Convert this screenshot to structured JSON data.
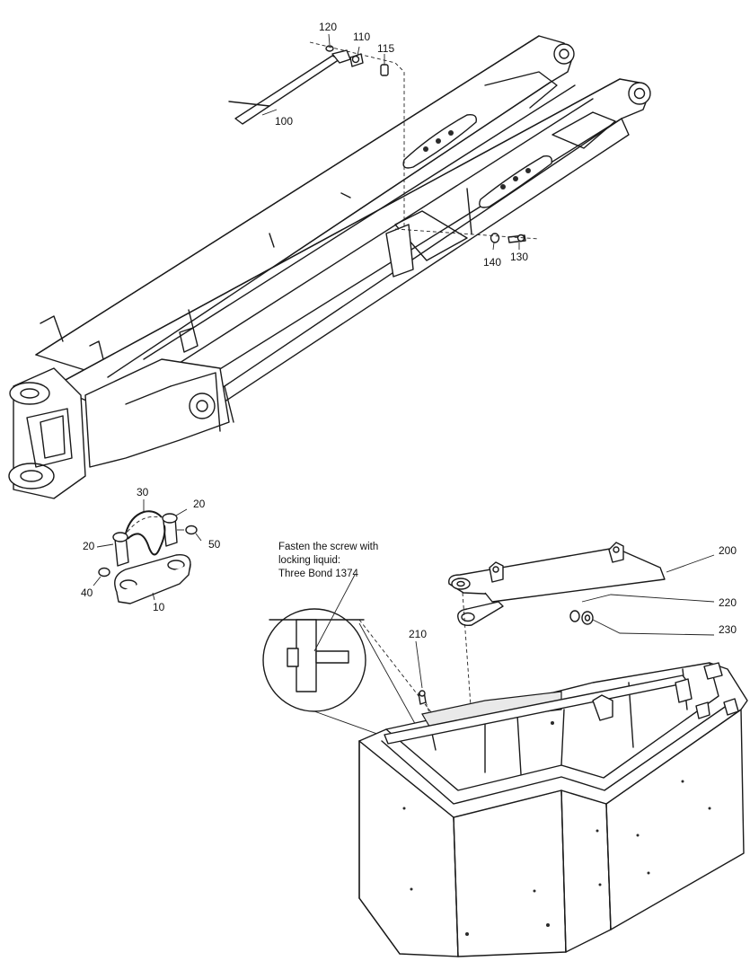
{
  "callouts": {
    "c100": "100",
    "c110": "110",
    "c115": "115",
    "c120": "120",
    "c130": "130",
    "c140": "140",
    "c10": "10",
    "c20a": "20",
    "c20b": "20",
    "c30": "30",
    "c40": "40",
    "c50": "50",
    "c200": "200",
    "c210": "210",
    "c220": "220",
    "c230": "230"
  },
  "note": {
    "line1": "Fasten the screw with",
    "line2": "locking liquid:",
    "line3": "Three Bond 1374"
  }
}
